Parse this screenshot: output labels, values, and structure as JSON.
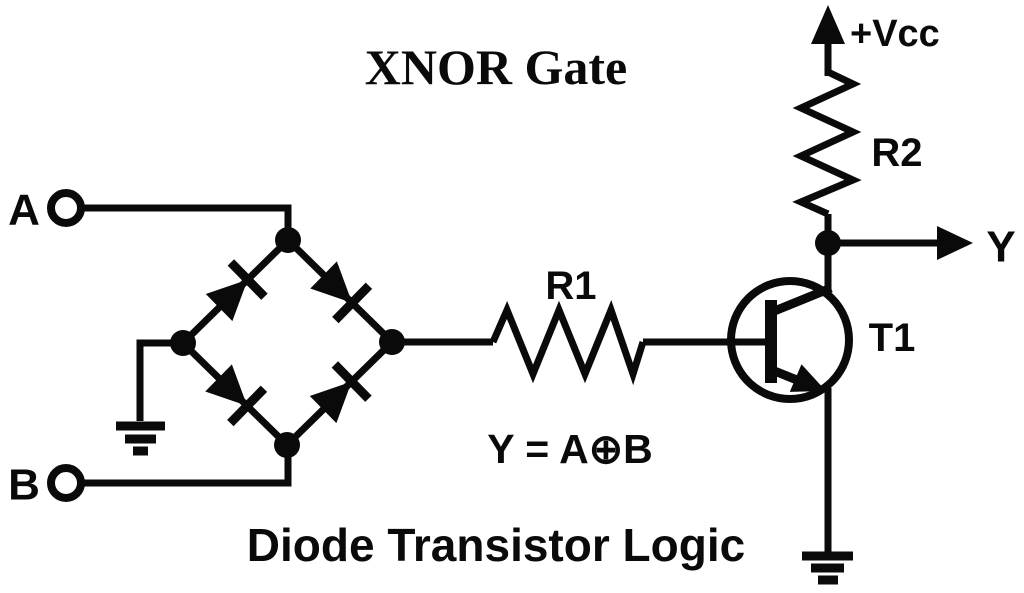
{
  "title": "XNOR Gate",
  "caption": "Diode Transistor Logic",
  "equation": "Y = A⊕B",
  "labels": {
    "input_a": "A",
    "input_b": "B",
    "resistor_r1": "R1",
    "resistor_r2": "R2",
    "transistor_t1": "T1",
    "supply": "+Vcc",
    "output": "Y"
  },
  "colors": {
    "ink": "#0a0a0a",
    "background": "#ffffff"
  },
  "components": {
    "diodes": 4,
    "resistors": [
      "R1",
      "R2"
    ],
    "transistor": "T1 (NPN)",
    "inputs": [
      "A",
      "B"
    ],
    "output": "Y",
    "supply": "+Vcc",
    "grounds": 2
  }
}
